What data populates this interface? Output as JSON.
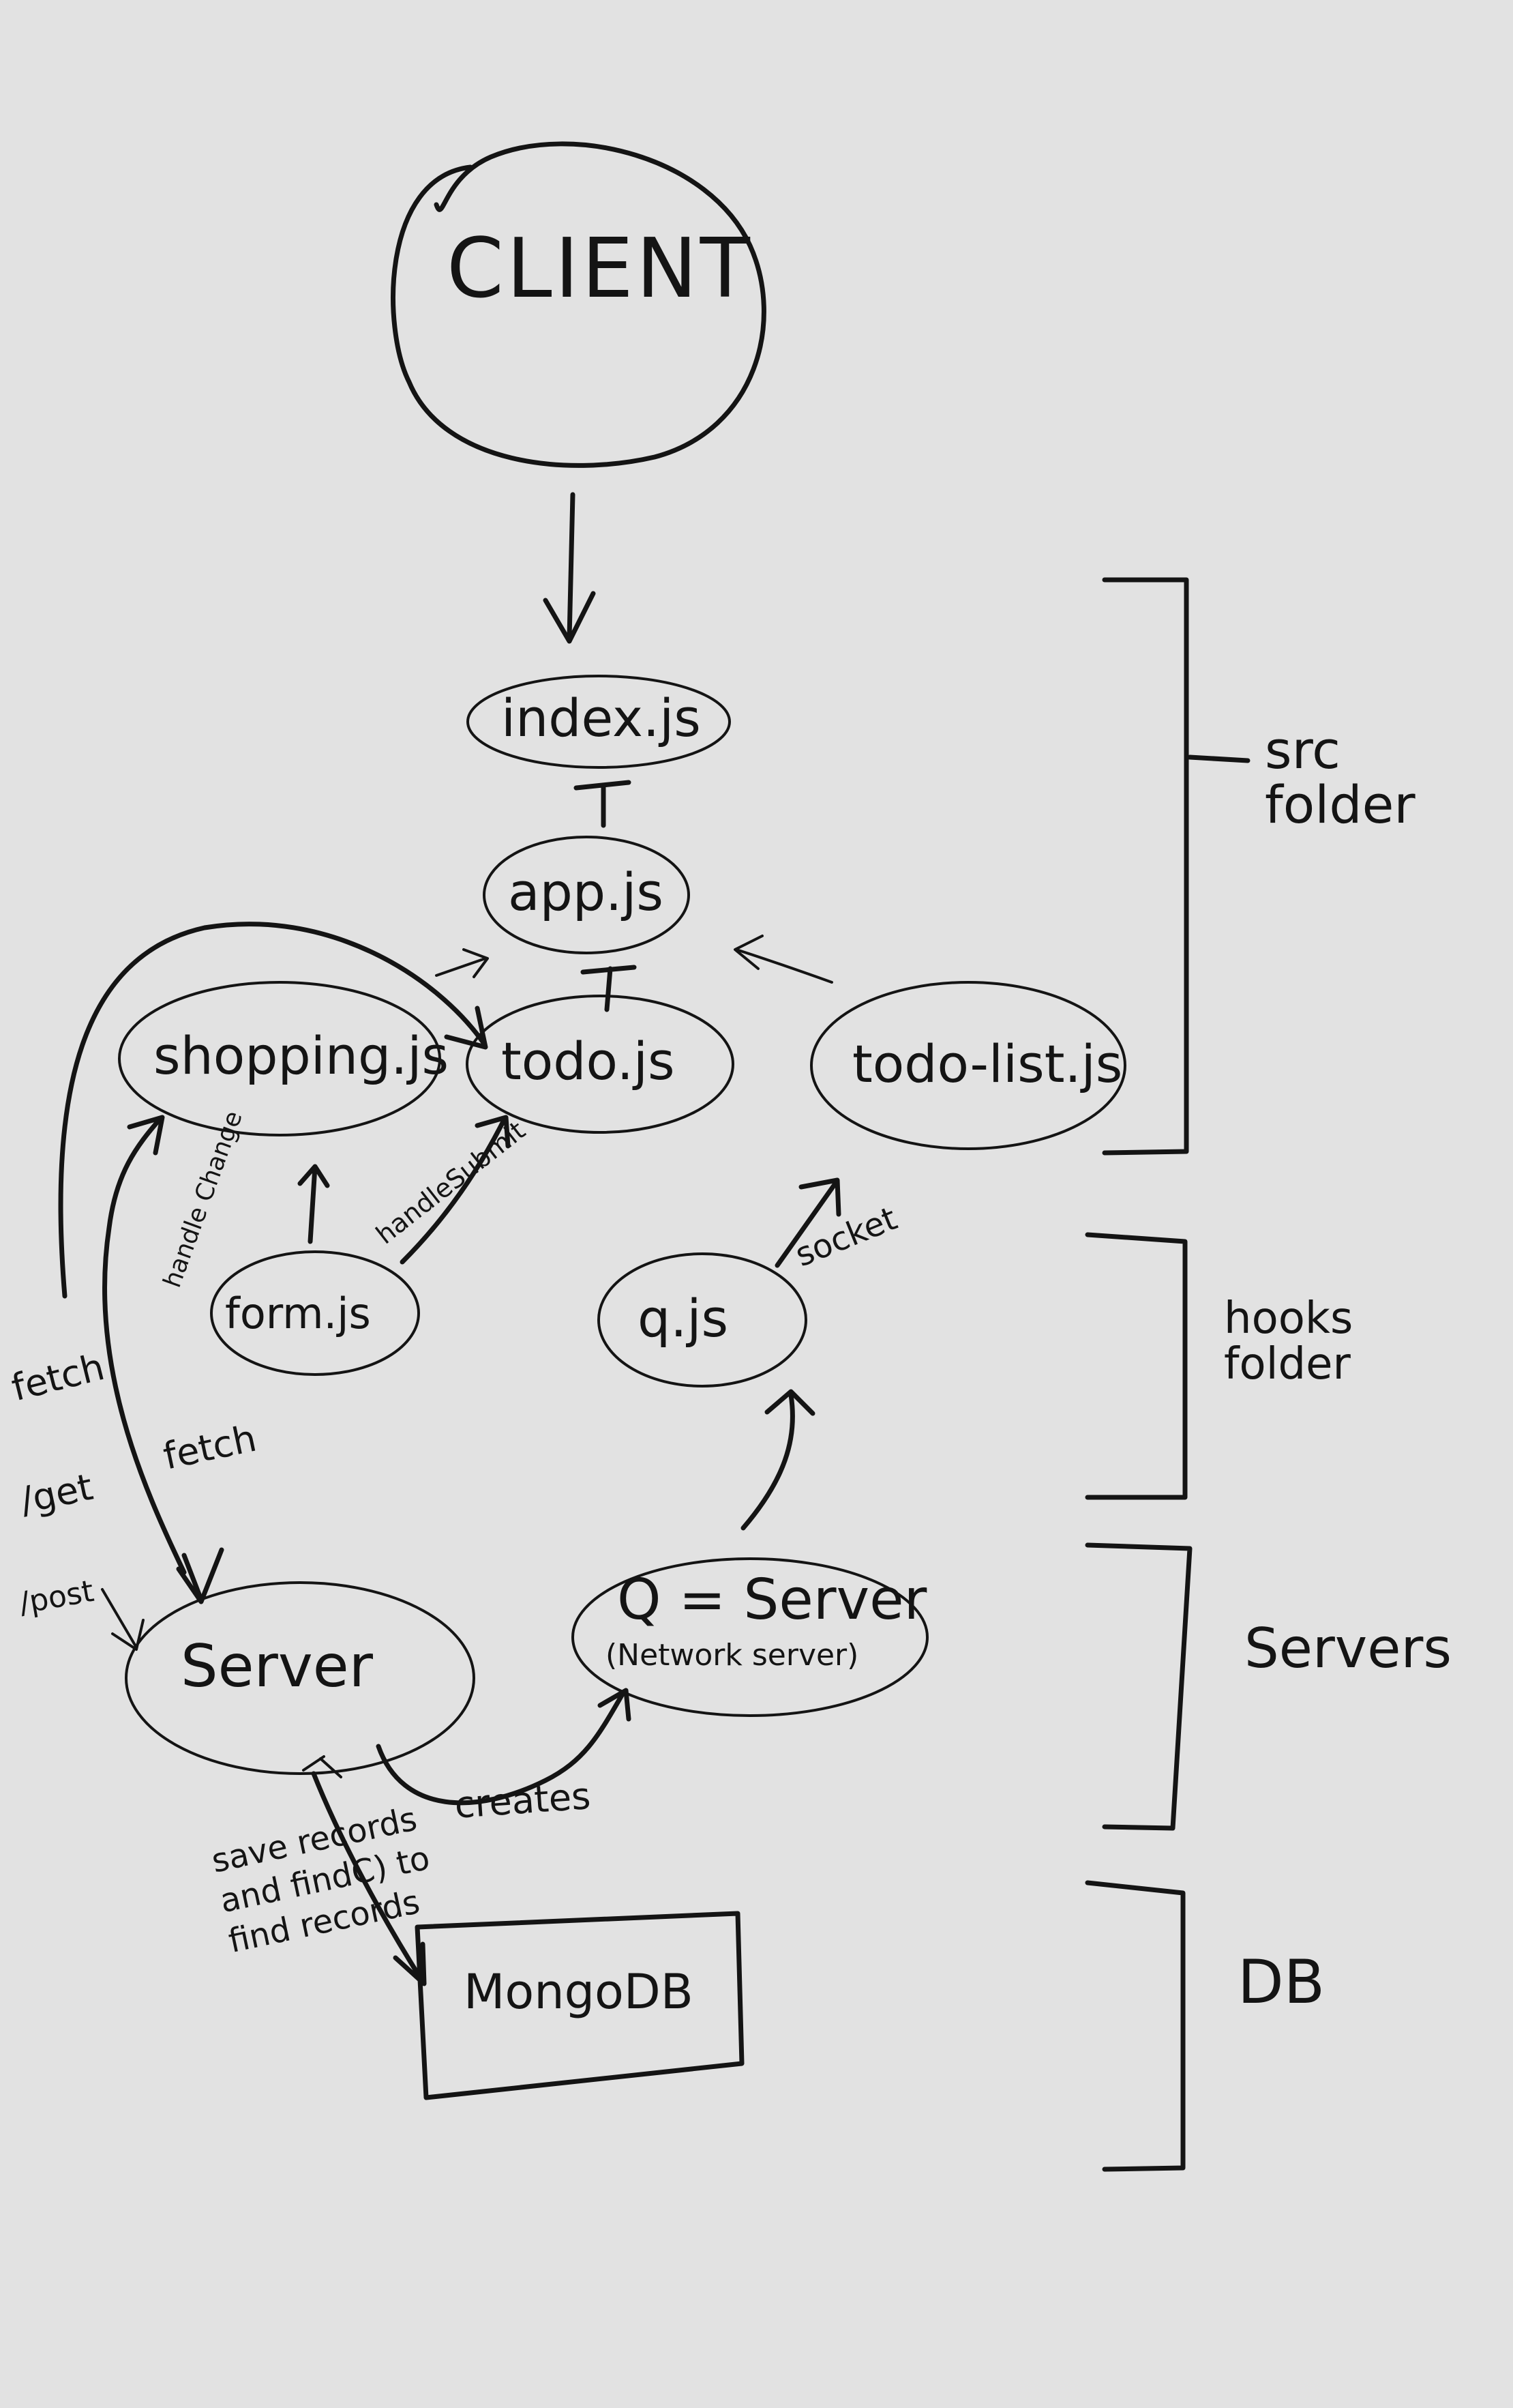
{
  "nodes": {
    "client": "CLIENT",
    "index": "index.js",
    "app": "app.js",
    "shopping": "shopping.js",
    "todo": "todo.js",
    "todo_list": "todo-list.js",
    "form": "form.js",
    "q": "q.js",
    "server": "Server",
    "q_server": "Q = Server",
    "q_server_note": "(Network server)",
    "mongodb": "MongoDB"
  },
  "edges": {
    "handle_change": "handle Change",
    "handle_submit": "handleSubmit",
    "socket": "socket",
    "fetch_left": "fetch",
    "get": "/get",
    "post": "/post",
    "fetch_mid": "fetch",
    "creates": "creates",
    "db_note": "save records and findC) to find records"
  },
  "groups": {
    "src": "src folder",
    "hooks": "hooks folder",
    "servers": "Servers",
    "db": "DB"
  }
}
